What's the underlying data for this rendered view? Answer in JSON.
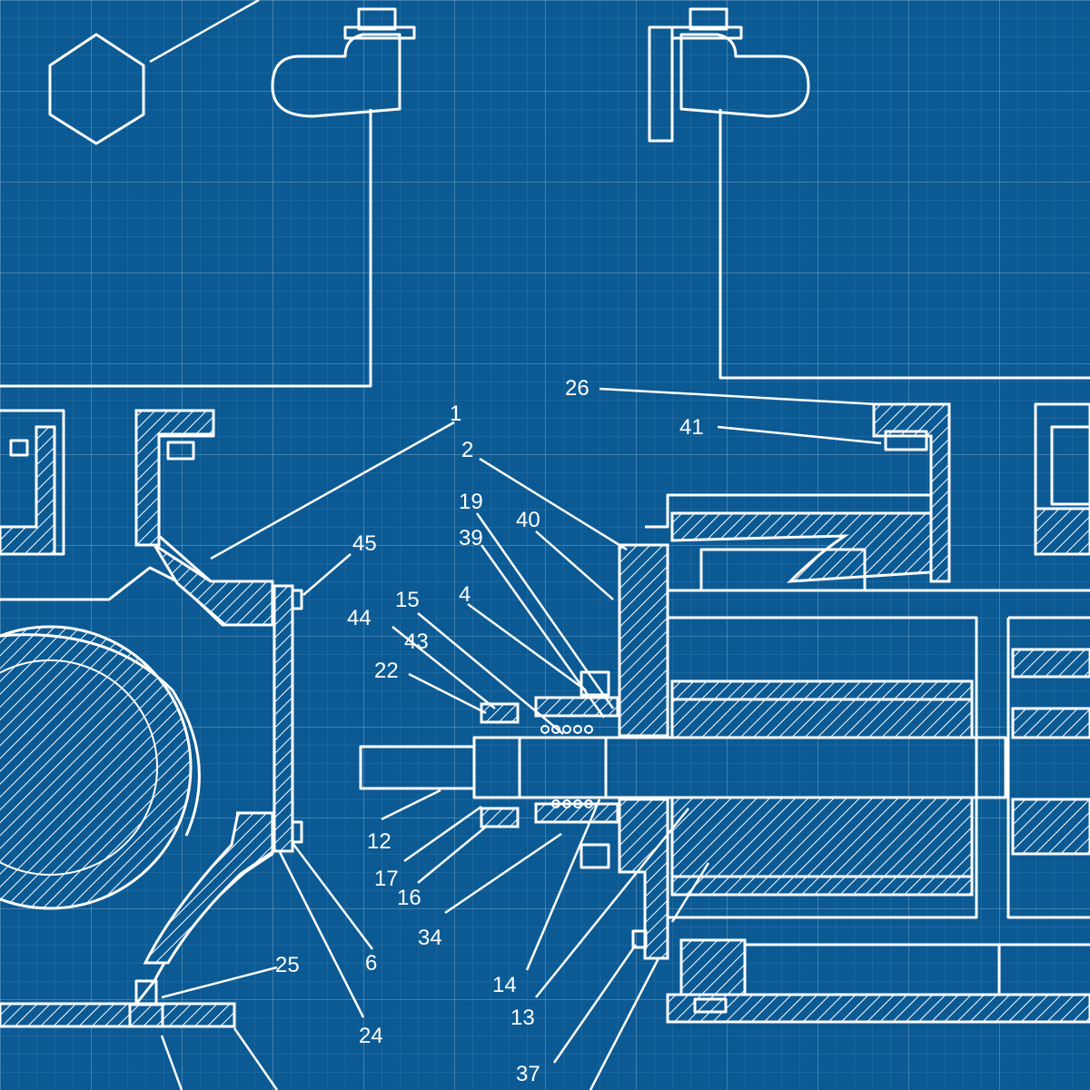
{
  "diagram": {
    "palette": {
      "background": "#0b5a94",
      "line": "#ffffff",
      "grid": "#5a8fbb"
    },
    "callouts": [
      {
        "id": "1",
        "text": "1"
      },
      {
        "id": "2",
        "text": "2"
      },
      {
        "id": "4",
        "text": "4"
      },
      {
        "id": "6",
        "text": "6"
      },
      {
        "id": "12",
        "text": "12"
      },
      {
        "id": "13",
        "text": "13"
      },
      {
        "id": "14",
        "text": "14"
      },
      {
        "id": "15",
        "text": "15"
      },
      {
        "id": "16",
        "text": "16"
      },
      {
        "id": "17",
        "text": "17"
      },
      {
        "id": "19",
        "text": "19"
      },
      {
        "id": "22",
        "text": "22"
      },
      {
        "id": "24",
        "text": "24"
      },
      {
        "id": "25",
        "text": "25"
      },
      {
        "id": "26",
        "text": "26"
      },
      {
        "id": "34",
        "text": "34"
      },
      {
        "id": "37",
        "text": "37"
      },
      {
        "id": "39",
        "text": "39"
      },
      {
        "id": "40",
        "text": "40"
      },
      {
        "id": "41",
        "text": "41"
      },
      {
        "id": "43",
        "text": "43"
      },
      {
        "id": "44",
        "text": "44"
      },
      {
        "id": "45",
        "text": "45"
      }
    ]
  }
}
